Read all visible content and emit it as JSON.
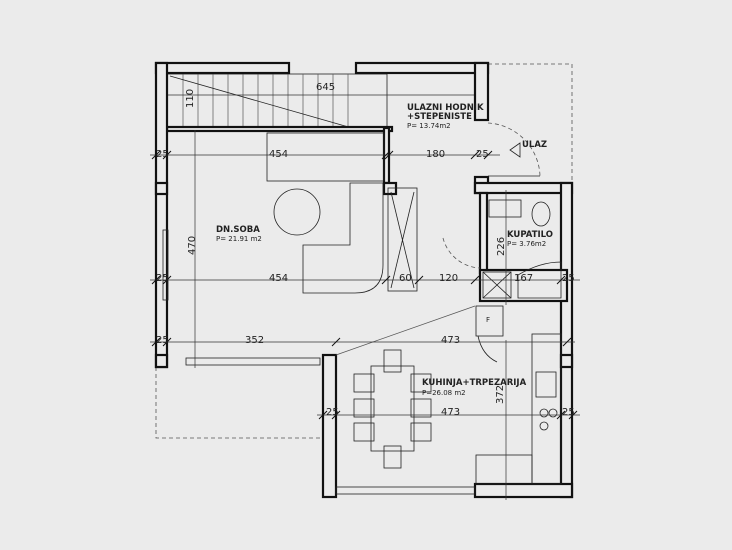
{
  "rooms": {
    "hall": {
      "name": "ULAZNI HODNIK",
      "name2": "+STEPENISTE",
      "area": "P= 13.74m2"
    },
    "entrance": {
      "label": "ULAZ"
    },
    "living": {
      "name": "DN.SOBA",
      "area": "P= 21.91 m2"
    },
    "bathroom": {
      "name": "KUPATILO",
      "area": "P= 3.76m2"
    },
    "kitchen": {
      "name": "KUHINJA+TRPEZARIJA",
      "area": "P=26.08 m2"
    },
    "fridge": {
      "label": "F"
    }
  },
  "dimensions": {
    "stair_length": "645",
    "stair_width": "110",
    "row1": [
      "25",
      "454",
      "180",
      "25"
    ],
    "row2": [
      "25",
      "454",
      "60",
      "120",
      "167",
      "25"
    ],
    "row3": [
      "25",
      "352",
      "473"
    ],
    "row4": [
      "25",
      "473",
      "25"
    ],
    "living_depth": "470",
    "bath_depth": "226",
    "kitchen_depth": "372"
  }
}
